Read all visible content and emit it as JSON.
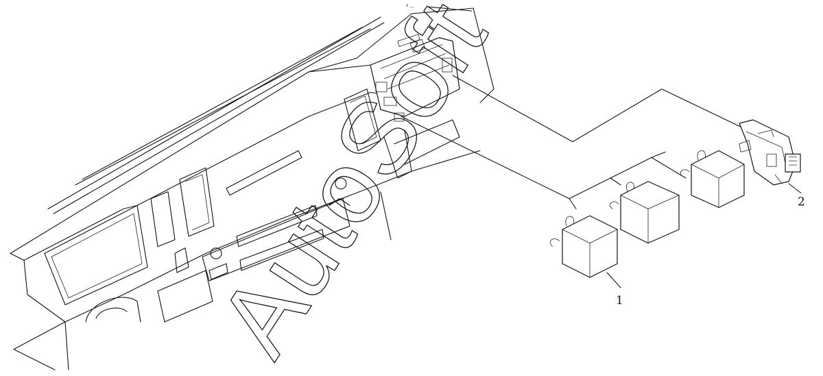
{
  "callouts": {
    "relay_label": "1",
    "relay_box_label": "2"
  },
  "top_marker": "º ...",
  "watermark": "AutoSoft",
  "line_color": "#111111"
}
